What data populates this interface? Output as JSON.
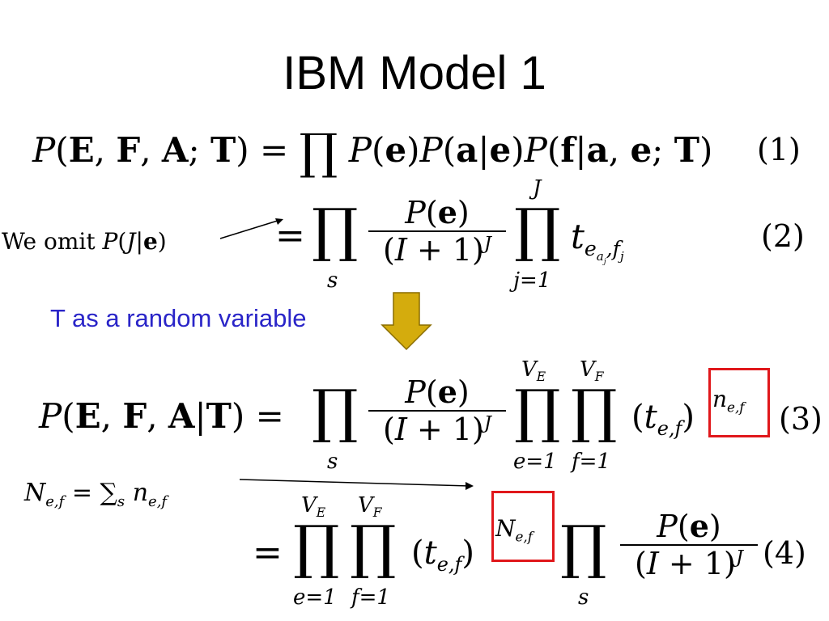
{
  "slide": {
    "title": "IBM Model 1"
  },
  "equations": {
    "eq1": {
      "lhs": "P(E, F, A; T) =",
      "rhs": "P(e)P(a|e)P(f|a, e; T)",
      "number": "(1)"
    },
    "eq2": {
      "lhs": "=",
      "numerator": "P(e)",
      "denominator": "(I + 1)",
      "denom_exp": "J",
      "prod1_lower": "s",
      "prod2_upper": "J",
      "prod2_lower": "j=1",
      "term": "t",
      "term_sub": "e",
      "term_subsub": "aj",
      "term_sub2": ",fj",
      "number": "(2)"
    },
    "eq3": {
      "lhs": "P(E, F, A|T) =",
      "numerator": "P(e)",
      "denominator": "(I + 1)",
      "denom_exp": "J",
      "prod1_lower": "s",
      "prod2_upper": "VE",
      "prod2_lower": "e=1",
      "prod3_upper": "VF",
      "prod3_lower": "f=1",
      "term": "(t",
      "term_sub": "e,f",
      "term_close": ")",
      "exponent": "ne,f",
      "number": "(3)"
    },
    "eq4": {
      "lhs": "=",
      "prod1_upper": "VE",
      "prod1_lower": "e=1",
      "prod2_upper": "VF",
      "prod2_lower": "f=1",
      "term": "(t",
      "term_sub": "e,f",
      "term_close": ")",
      "exponent": "Ne,f",
      "prod3_lower": "s",
      "numerator": "P(e)",
      "denominator": "(I + 1)",
      "denom_exp": "J",
      "number": "(4)"
    }
  },
  "annotations": {
    "omit_note": "We omit P(J|e)",
    "random_variable_note": "T as a random variable",
    "count_definition": "Ne,f = ∑s ne,f"
  },
  "colors": {
    "note_text": "#2a25c8",
    "highlight_box": "#e0171b",
    "arrow_fill": "#d4ac0d"
  }
}
